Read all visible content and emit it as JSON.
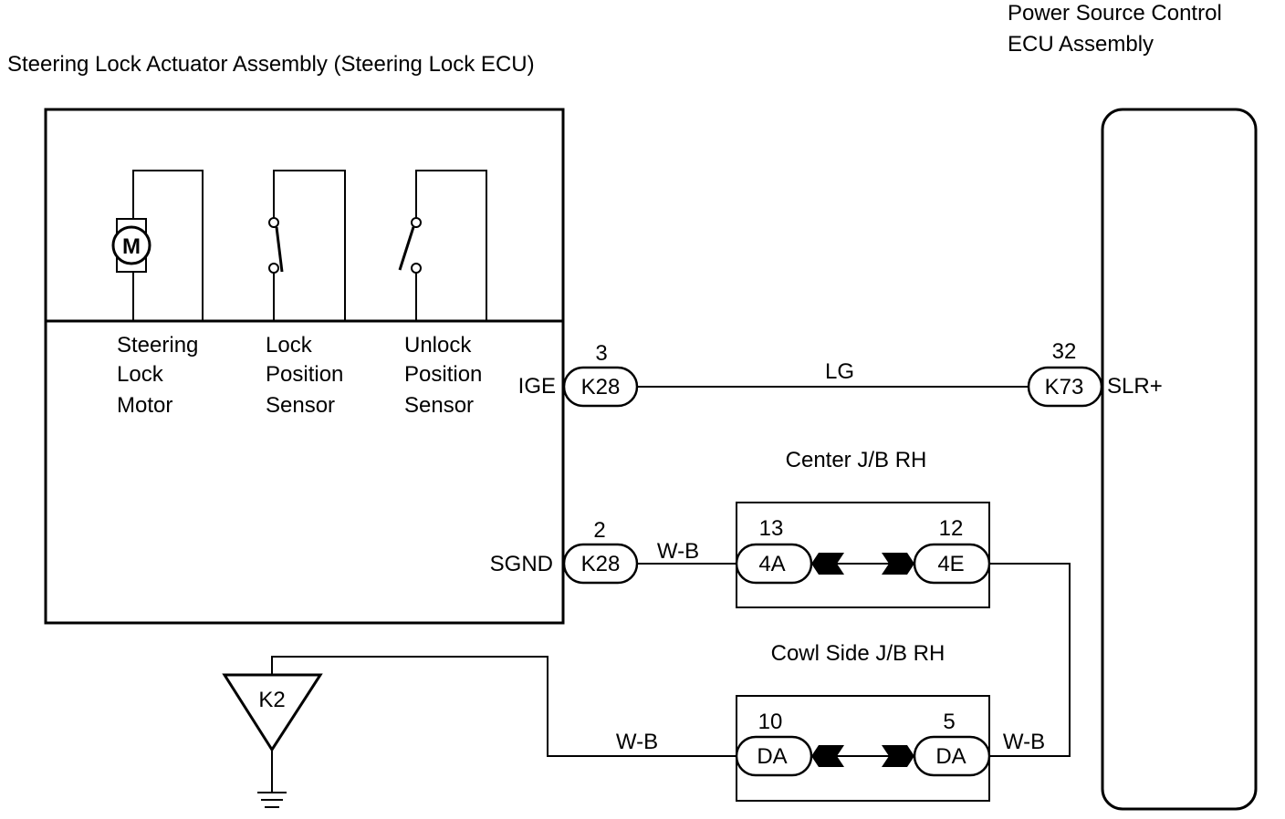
{
  "titles": {
    "left_component": "Steering Lock Actuator Assembly (Steering Lock ECU)",
    "right_component_line1": "Power Source Control",
    "right_component_line2": "ECU Assembly"
  },
  "internal": {
    "motor_symbol": "M",
    "motor_label": [
      "Steering",
      "Lock",
      "Motor"
    ],
    "lock_sensor_label": [
      "Lock",
      "Position",
      "Sensor"
    ],
    "unlock_sensor_label": [
      "Unlock",
      "Position",
      "Sensor"
    ]
  },
  "signals": {
    "ige": "IGE",
    "sgnd": "SGND",
    "slr": "SLR+"
  },
  "connectors": {
    "k28_top": {
      "name": "K28",
      "pin": "3"
    },
    "k28_bottom": {
      "name": "K28",
      "pin": "2"
    },
    "k73": {
      "name": "K73",
      "pin": "32"
    },
    "center_4a": {
      "name": "4A",
      "pin": "13"
    },
    "center_4e": {
      "name": "4E",
      "pin": "12"
    },
    "cowl_da_left": {
      "name": "DA",
      "pin": "10"
    },
    "cowl_da_right": {
      "name": "DA",
      "pin": "5"
    }
  },
  "junction_blocks": {
    "center": "Center J/B RH",
    "cowl": "Cowl Side J/B RH"
  },
  "wires": {
    "lg": "LG",
    "wb_1": "W-B",
    "wb_2": "W-B",
    "wb_3": "W-B"
  },
  "ground": {
    "point": "K2"
  }
}
